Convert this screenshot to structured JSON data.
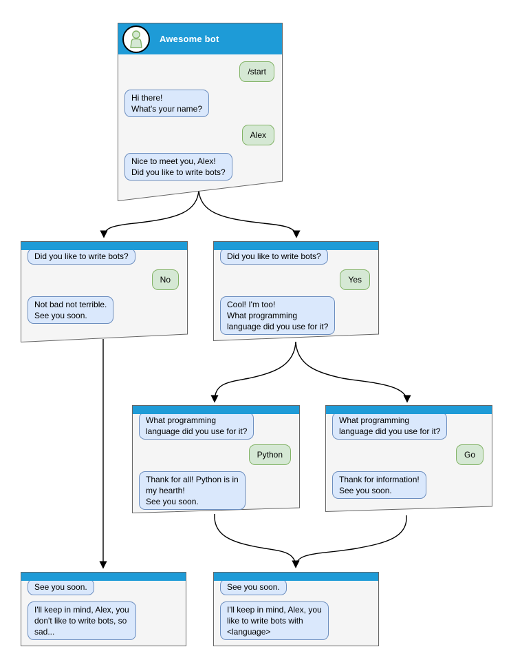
{
  "diagram": {
    "colors": {
      "header_blue": "#1e9bd7",
      "window_fill": "#f5f5f5",
      "window_border": "#666666",
      "bot_fill": "#dae8fc",
      "bot_border": "#6c8ebf",
      "user_fill": "#d5e8d4",
      "user_border": "#82b366",
      "connector": "#000000",
      "title_text": "#ffffff",
      "message_text": "#000000"
    },
    "main_window": {
      "title": "Awesome bot",
      "messages": [
        {
          "from": "user",
          "text": "/start"
        },
        {
          "from": "bot",
          "text": "Hi there!\nWhat's your name?"
        },
        {
          "from": "user",
          "text": "Alex"
        },
        {
          "from": "bot",
          "text": "Nice to meet you, Alex!\nDid you like to write bots?"
        }
      ]
    },
    "windows": [
      {
        "name": "branch-no",
        "messages": [
          {
            "from": "bot",
            "text": "Did you like to write bots?"
          },
          {
            "from": "user",
            "text": "No"
          },
          {
            "from": "bot",
            "text": "Not bad not terrible.\nSee you soon."
          }
        ]
      },
      {
        "name": "branch-yes",
        "messages": [
          {
            "from": "bot",
            "text": "Did you like to write bots?"
          },
          {
            "from": "user",
            "text": "Yes"
          },
          {
            "from": "bot",
            "text": "Cool! I'm too!\nWhat programming\nlanguage did you use for it?"
          }
        ]
      },
      {
        "name": "branch-python",
        "messages": [
          {
            "from": "bot",
            "text": "What programming\nlanguage did you use for it?"
          },
          {
            "from": "user",
            "text": "Python"
          },
          {
            "from": "bot",
            "text": "Thank for all! Python is in\nmy hearth!\nSee you soon."
          }
        ]
      },
      {
        "name": "branch-go",
        "messages": [
          {
            "from": "bot",
            "text": "What programming\nlanguage did you use for it?"
          },
          {
            "from": "user",
            "text": "Go"
          },
          {
            "from": "bot",
            "text": "Thank for information!\nSee you soon."
          }
        ]
      },
      {
        "name": "end-no",
        "messages": [
          {
            "from": "bot",
            "text": "See you soon."
          },
          {
            "from": "bot",
            "text": "I'll keep in mind, Alex, you\ndon't like to write bots, so\nsad..."
          }
        ]
      },
      {
        "name": "end-yes",
        "messages": [
          {
            "from": "bot",
            "text": "See you soon."
          },
          {
            "from": "bot",
            "text": "I'll keep in mind, Alex, you\nlike to write bots with\n<language>"
          }
        ]
      }
    ],
    "edges": [
      {
        "from": "main",
        "to": "branch-no"
      },
      {
        "from": "main",
        "to": "branch-yes"
      },
      {
        "from": "branch-no",
        "to": "end-no"
      },
      {
        "from": "branch-yes",
        "to": "branch-python"
      },
      {
        "from": "branch-yes",
        "to": "branch-go"
      },
      {
        "from": "branch-python",
        "to": "end-yes"
      },
      {
        "from": "branch-go",
        "to": "end-yes"
      }
    ]
  }
}
